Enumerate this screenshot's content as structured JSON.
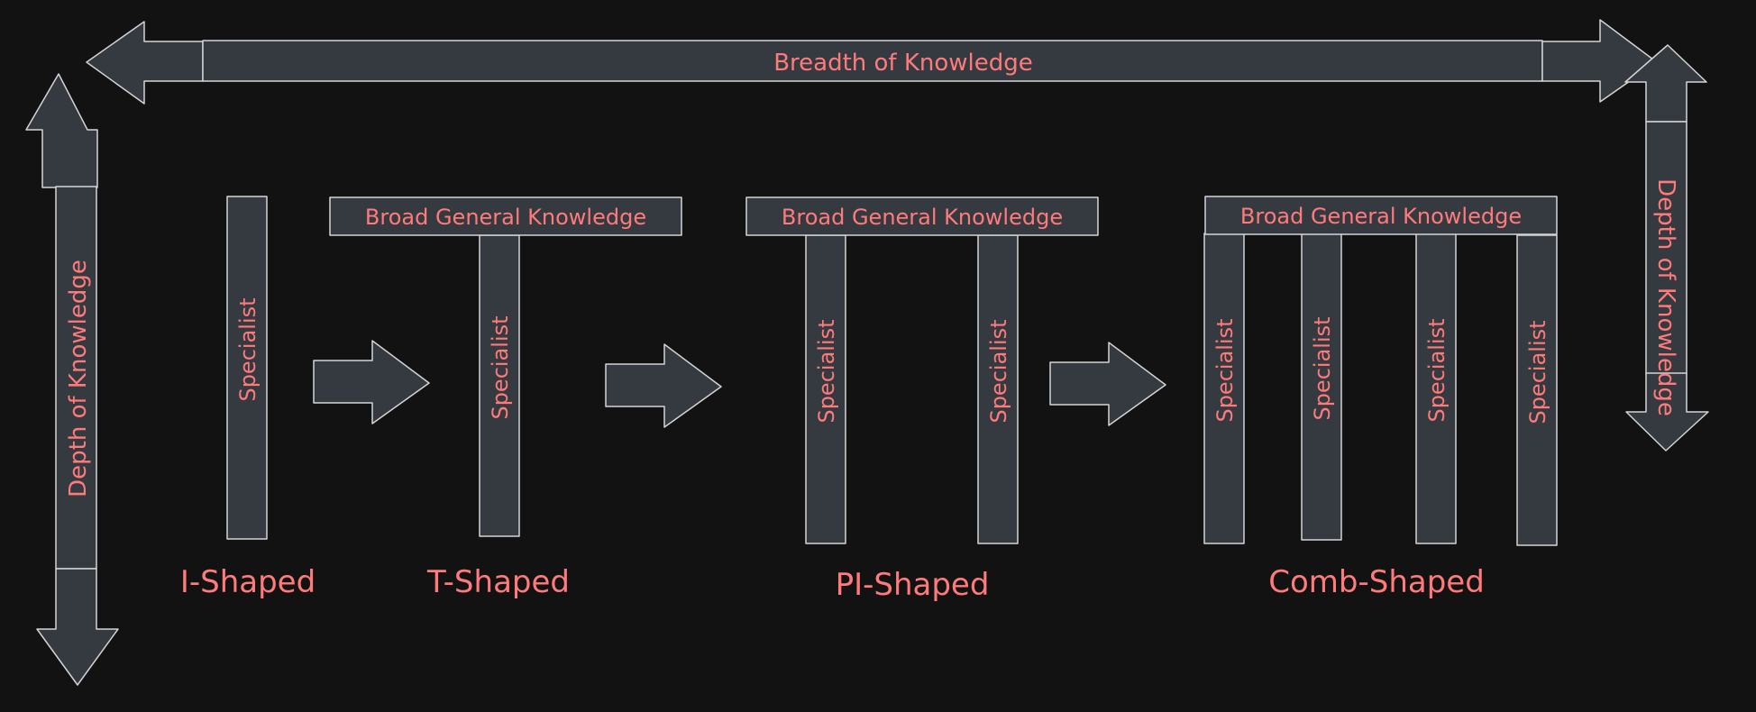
{
  "colors": {
    "background": "#121212",
    "shape_fill": "#343a40",
    "stroke": "#d4d4d4",
    "text": "#ff7b7b"
  },
  "axes": {
    "horizontal": "Breadth of Knowledge",
    "vertical_left": "Depth of Knowledge",
    "vertical_right": "Depth of Knowledge"
  },
  "shapes": [
    {
      "name": "I-Shaped",
      "broad_label": null,
      "specialists": [
        "Specialist"
      ]
    },
    {
      "name": "T-Shaped",
      "broad_label": "Broad General Knowledge",
      "specialists": [
        "Specialist"
      ]
    },
    {
      "name": "PI-Shaped",
      "broad_label": "Broad General Knowledge",
      "specialists": [
        "Specialist",
        "Specialist"
      ]
    },
    {
      "name": "Comb-Shaped",
      "broad_label": "Broad General Knowledge",
      "specialists": [
        "Specialist",
        "Specialist",
        "Specialist",
        "Specialist"
      ]
    }
  ]
}
